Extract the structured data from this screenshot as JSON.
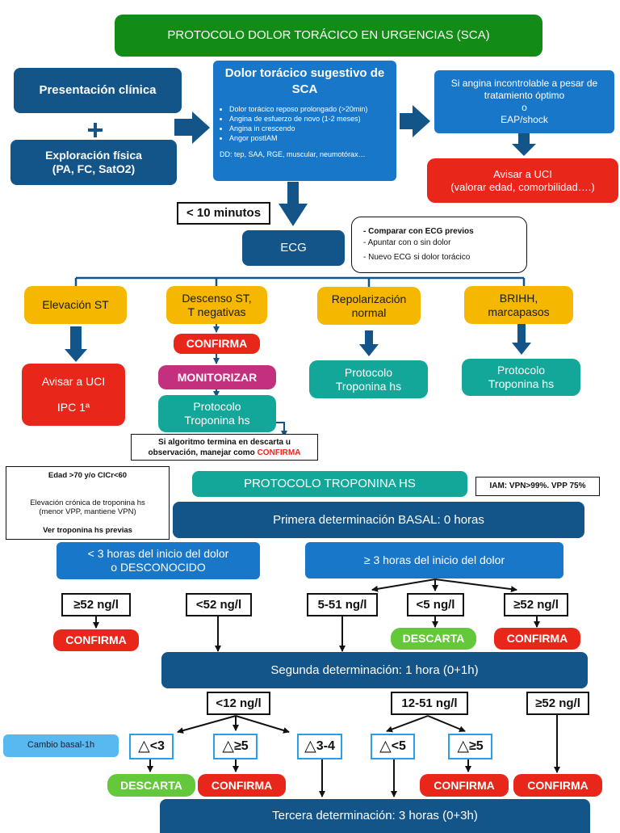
{
  "title": "PROTOCOLO DOLOR TORÁCICO EN URGENCIAS (SCA)",
  "presentation": "Presentación clínica",
  "plus": "+",
  "exploration": {
    "line1": "Exploración física",
    "line2": "(PA, FC, SatO2)"
  },
  "suggestive": {
    "title": "Dolor torácico sugestivo de SCA",
    "items": [
      "Dolor torácico reposo prolongado (>20min)",
      "Angina de esfuerzo de novo (1-2 meses)",
      "Angina in crescendo",
      "Angor postIAM"
    ],
    "dd": "DD: tep, SAA, RGE, muscular, neumotórax…"
  },
  "uncontrolled": {
    "line1": "Si angina incontrolable a pesar de tratamiento óptimo",
    "line2": "o",
    "line3": "EAP/shock"
  },
  "notify_uci_top": {
    "line1": "Avisar a UCI",
    "line2": "(valorar edad, comorbilidad….)"
  },
  "ten_min": "< 10 minutos",
  "ecg": "ECG",
  "ecg_notes": [
    "Comparar con ECG previos",
    "Apuntar con o sin dolor",
    "Nuevo ECG si dolor torácico"
  ],
  "st_elevation": "Elevación ST",
  "st_depression": {
    "line1": "Descenso ST,",
    "line2": "T negativas"
  },
  "repolarization": {
    "line1": "Repolarización",
    "line2": "normal"
  },
  "brihh": {
    "line1": "BRIHH,",
    "line2": "marcapasos"
  },
  "notify_uci_ipc": {
    "line1": "Avisar a UCI",
    "line2": "IPC 1ª"
  },
  "confirma": "CONFIRMA",
  "monitorizar": "MONITORIZAR",
  "troponin_protocol": {
    "line1": "Protocolo",
    "line2": "Troponina hs"
  },
  "algorithm_note": {
    "line1": "Si algoritmo termina en descarta u",
    "line2": "observación, manejar como",
    "highlight": "CONFIRMA"
  },
  "age_note": {
    "line1": "Edad >70 y/o ClCr<60",
    "line2": "Elevación crónica de troponina hs",
    "line3": "(menor VPP, mantiene VPN)",
    "line4": "Ver troponina hs previas"
  },
  "troponin_title": "PROTOCOLO TROPONINA HS",
  "iam_note": "IAM: VPN>99%. VPP 75%",
  "first_det": "Primera determinación BASAL: 0 horas",
  "lt3h": {
    "line1": "< 3 horas del inicio del dolor",
    "line2": "o DESCONOCIDO"
  },
  "ge3h": "≥ 3 horas del inicio del dolor",
  "v_ge52": "≥52 ng/l",
  "v_lt52": "<52 ng/l",
  "v_5_51": "5-51 ng/l",
  "v_lt5": "<5 ng/l",
  "descarta": "DESCARTA",
  "second_det": "Segunda determinación: 1 hora (0+1h)",
  "v_lt12": "<12 ng/l",
  "v_12_51": "12-51 ng/l",
  "change_label": "Cambio basal-1h",
  "d_lt3": "<3",
  "d_ge5": "≥5",
  "d_3_4": "3-4",
  "d_lt5": "<5",
  "delta_symbol": "△",
  "third_det": "Tercera determinación: 3 horas (0+3h)"
}
